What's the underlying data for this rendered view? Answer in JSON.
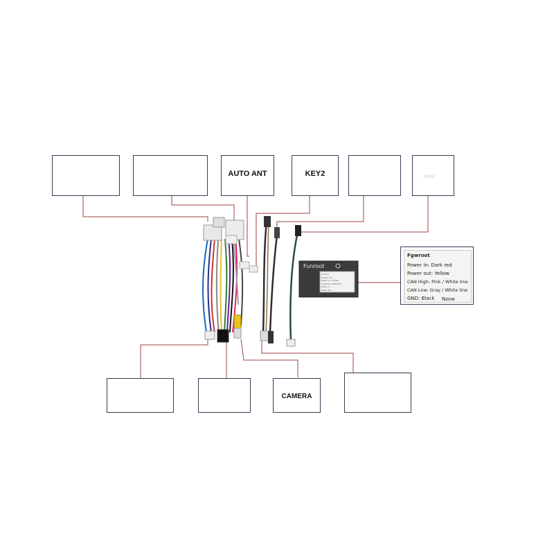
{
  "labels": {
    "auto_ant": "AUTO ANT",
    "key2": "KEY2",
    "camera": "CAMERA",
    "hdmi": "HDMI"
  },
  "module": {
    "brand": "Funroot",
    "lines": [
      "Canbox",
      "Model: Fg...",
      "Power in: 12VDC",
      "Interface: CAN BUS",
      "Made in ...",
      "Date: 20..."
    ]
  },
  "info": {
    "title": "Fgwroot",
    "lines": [
      "Power in: Dark red",
      "Power out: Yellow",
      "CAN High:  Pink / White line",
      "CAN Low:  Gray / White line",
      "GND: Black"
    ],
    "extra": "Nzow"
  },
  "colors": {
    "connector_line": "#a04040",
    "box_border": "#3a3a55"
  }
}
